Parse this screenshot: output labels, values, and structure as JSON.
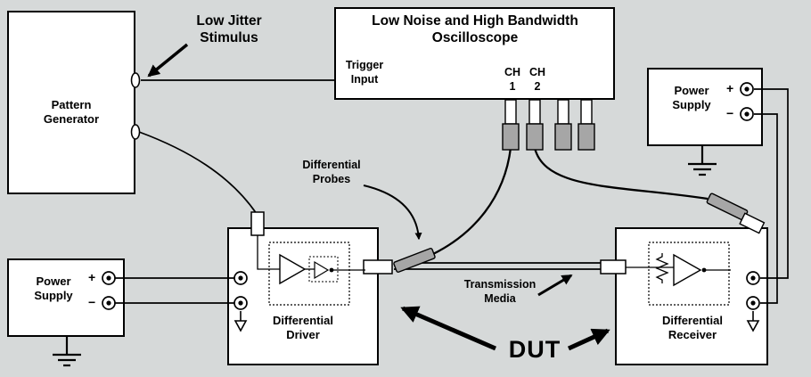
{
  "labels": {
    "low_jitter_stimulus": "Low Jitter\nStimulus",
    "pattern_generator": "Pattern\nGenerator",
    "oscilloscope_title": "Low Noise and High Bandwidth\nOscilloscope",
    "trigger_input": "Trigger\nInput",
    "ch1": "CH\n1",
    "ch2": "CH\n2",
    "power_supply_top_right": "Power\nSupply",
    "power_supply_bottom_left": "Power\nSupply",
    "differential_probes": "Differential\nProbes",
    "differential_driver": "Differential\nDriver",
    "differential_receiver": "Differential\nReceiver",
    "transmission_media": "Transmission\nMedia",
    "dut": "DUT",
    "plus": "+",
    "minus": "−"
  },
  "colors": {
    "background": "#d6d9d9",
    "box_fill": "#ffffff",
    "line": "#000000",
    "probe_gray": "#a6a6a6"
  }
}
